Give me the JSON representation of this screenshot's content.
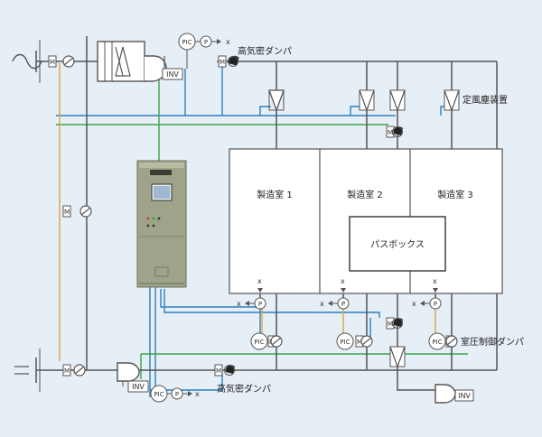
{
  "colors": {
    "background": "#e6eef6",
    "duct": "#555555",
    "blue_line": "#2c7fc0",
    "orange_line": "#e0a040",
    "green_line": "#3aa24a",
    "room_fill": "#ffffff",
    "panel_body": "#9ea48a"
  },
  "labels": {
    "damper_top": "高気密ダンパ",
    "damper_bottom": "高気密ダンパ",
    "room_1": "製造室 1",
    "room_2": "製造室 2",
    "room_3": "製造室 3",
    "pass_box": "パスボックス",
    "airflow_device": "定風塵装置",
    "pressure_damper": "室圧制御ダンパ",
    "inv": "INV",
    "pic": "PIC",
    "p": "P",
    "x": "x",
    "m": "M"
  }
}
